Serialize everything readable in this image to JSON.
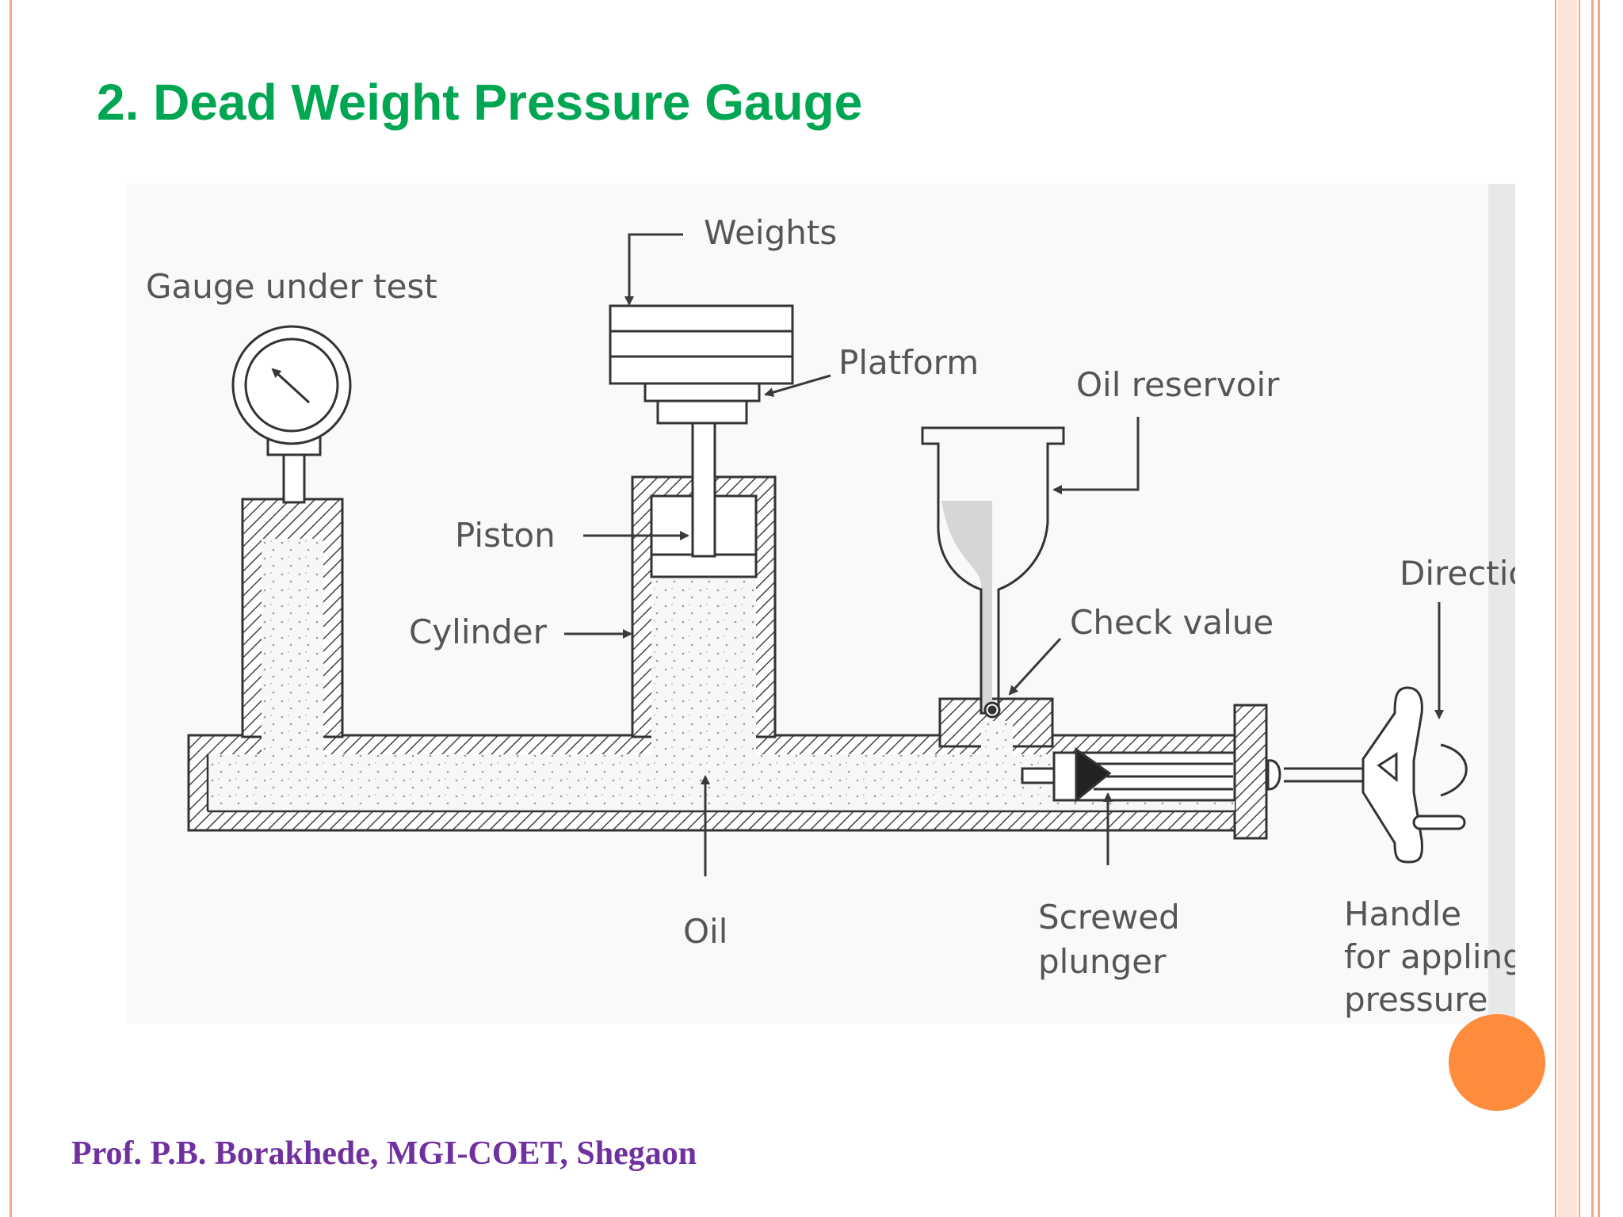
{
  "slide": {
    "title": "2. Dead Weight Pressure Gauge",
    "footer": "Prof. P.B. Borakhede, MGI-COET, Shegaon"
  },
  "diagram": {
    "labels": {
      "weights": "Weights",
      "gauge_under_test": "Gauge under test",
      "platform": "Platform",
      "oil_reservoir": "Oil reservoir",
      "piston": "Piston",
      "cylinder": "Cylinder",
      "check_value": "Check value",
      "direction": "Direction",
      "oil": "Oil",
      "screwed_plunger_1": "Screwed",
      "screwed_plunger_2": "plunger",
      "handle_1": "Handle",
      "handle_2": "for appling",
      "handle_3": "pressure"
    }
  },
  "colors": {
    "title": "#00a651",
    "footer": "#7030a0",
    "border": "#f4a58a",
    "accent_circle": "#ff8c3c",
    "line": "#3a3a3a"
  }
}
